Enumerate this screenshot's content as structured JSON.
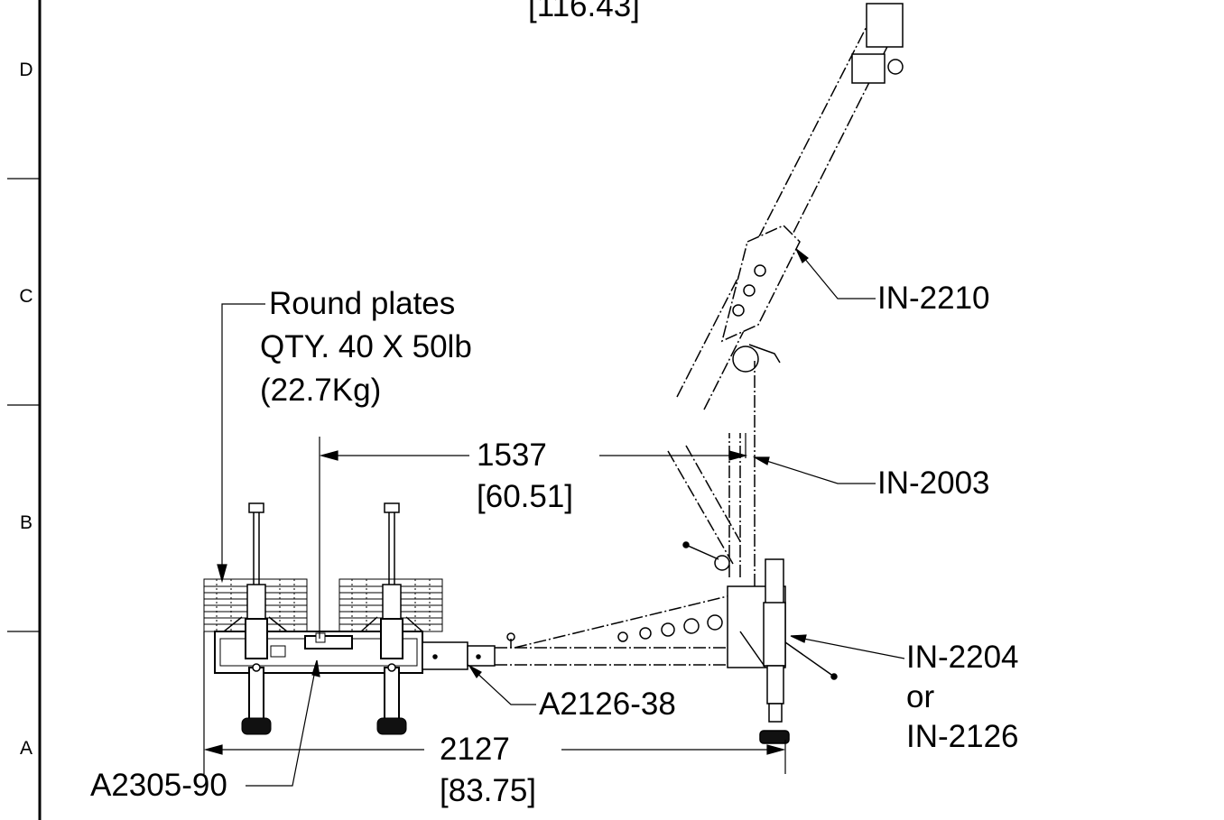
{
  "zones": [
    "D",
    "C",
    "B",
    "A"
  ],
  "dims": {
    "top_partial": "[116.43]",
    "dim1537": {
      "value": "1537",
      "inch": "[60.51]"
    },
    "dim2127": {
      "value": "2127",
      "inch": "[83.75]"
    }
  },
  "plates_note": {
    "line1": "Round plates",
    "line2": "QTY. 40 X 50lb",
    "line3": "(22.7Kg)"
  },
  "callouts": {
    "in2210": "IN-2210",
    "in2003": "IN-2003",
    "in2204": "IN-2204",
    "or": "or",
    "in2126": "IN-2126",
    "a2126": "A2126-38",
    "a2305": "A2305-90"
  }
}
